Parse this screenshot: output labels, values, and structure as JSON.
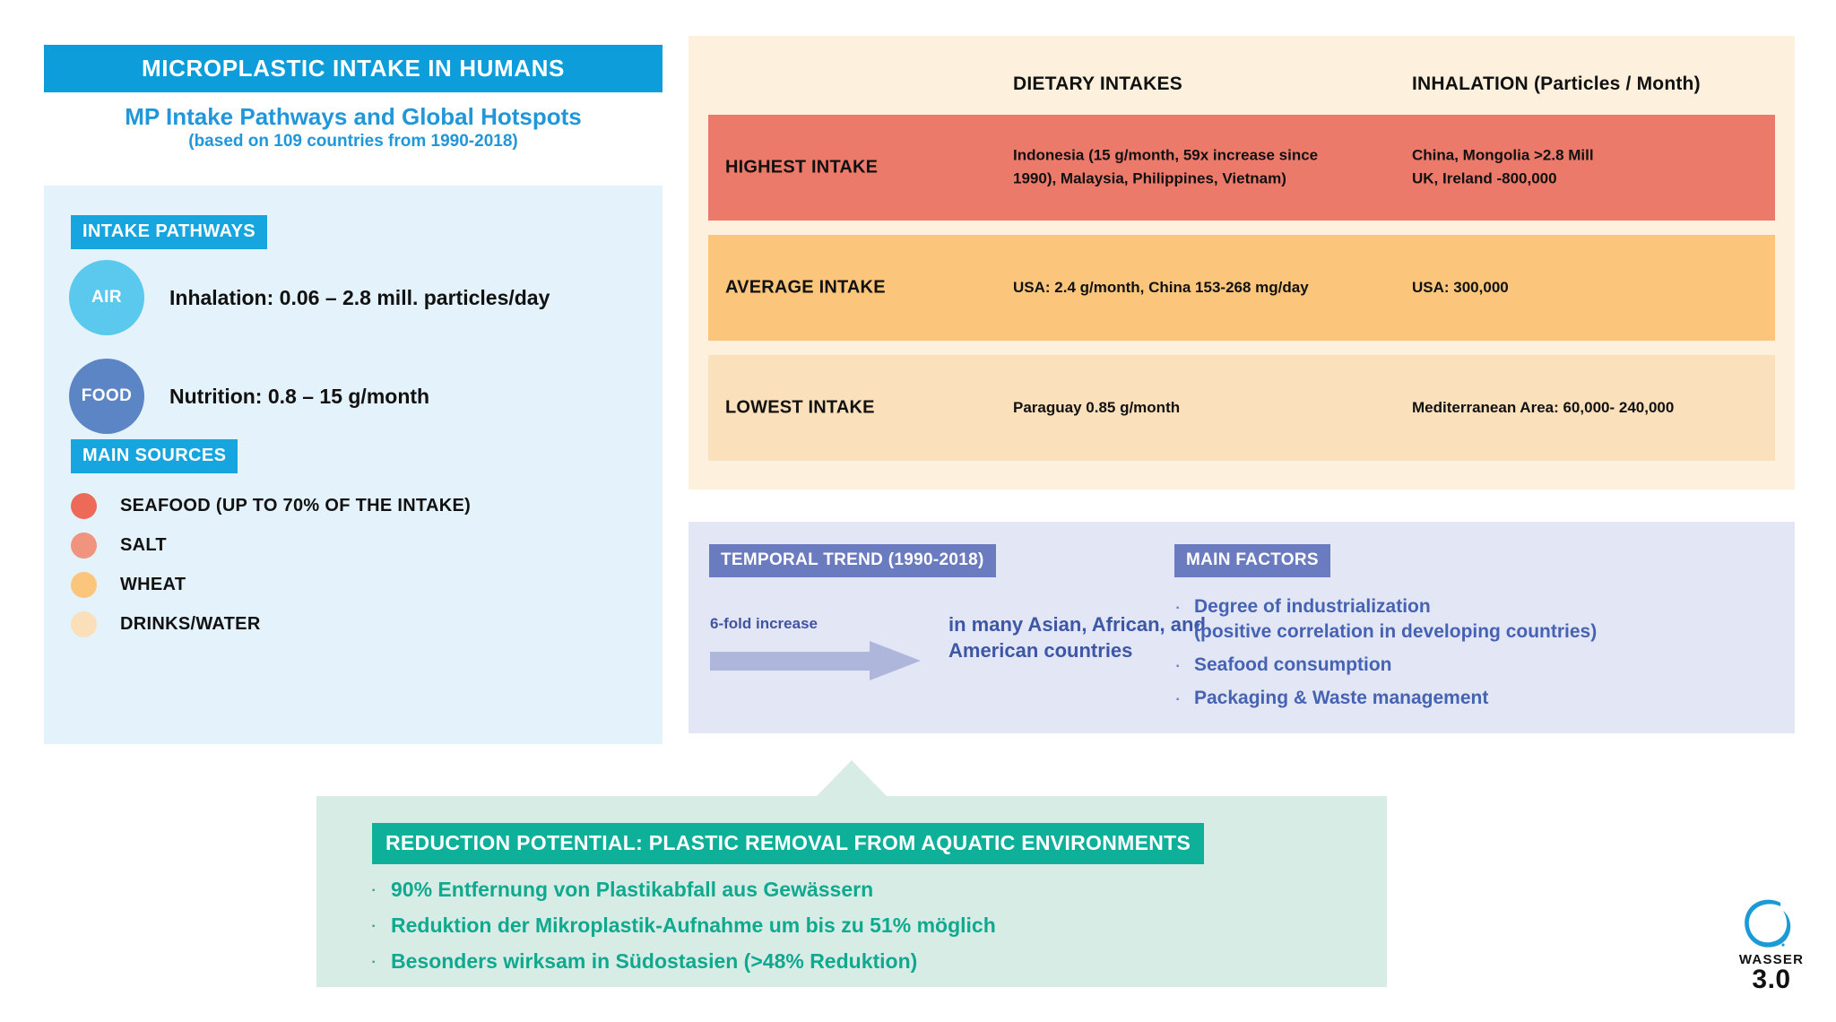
{
  "left_panel": {
    "main_title": "MICROPLASTIC INTAKE IN HUMANS",
    "subtitle_line1": "MP Intake Pathways and Global Hotspots",
    "subtitle_line2": "(based on 109 countries from 1990-2018)",
    "intake_pathways_tag": "INTAKE PATHWAYS",
    "pathways": [
      {
        "circle_label": "AIR",
        "circle_color": "#5BC8EE",
        "text": "Inhalation: 0.06 – 2.8 mill. particles/day"
      },
      {
        "circle_label": "FOOD",
        "circle_color": "#5B85C5",
        "text": "Nutrition: 0.8 – 15 g/month"
      }
    ],
    "main_sources_tag": "MAIN SOURCES",
    "sources": [
      {
        "label": "SEAFOOD  (UP TO 70% OF THE INTAKE)",
        "color": "#EC6A57"
      },
      {
        "label": "SALT",
        "color": "#F0937F"
      },
      {
        "label": "WHEAT",
        "color": "#FBC57C"
      },
      {
        "label": "DRINKS/WATER",
        "color": "#FBDFBB"
      }
    ]
  },
  "table_panel": {
    "columns": [
      "",
      "DIETARY INTAKES",
      "INHALATION (Particles / Month)"
    ],
    "rows": [
      {
        "label": "HIGHEST INTAKE",
        "dietary": "Indonesia (15 g/month, 59x increase since 1990), Malaysia, Philippines, Vietnam)",
        "inhalation": "China, Mongolia >2.8 Mill\nUK, Ireland -800,000",
        "color": "#EC7A6A"
      },
      {
        "label": "AVERAGE INTAKE",
        "dietary": "USA: 2.4 g/month, China 153-268 mg/day",
        "inhalation": "USA: 300,000",
        "color": "#FBC57C"
      },
      {
        "label": "LOWEST INTAKE",
        "dietary": "Paraguay 0.85 g/month",
        "inhalation": "Mediterranean Area: 60,000- 240,000",
        "color": "#FBE0BC"
      }
    ]
  },
  "trend_panel": {
    "temporal_tag": "TEMPORAL TREND (1990-2018)",
    "arrow_label": "6-fold increase",
    "trend_statement": "in many Asian, African, and American countries",
    "main_factors_tag": "MAIN FACTORS",
    "factors": [
      "Degree of industrialization (positive correlation in developing countries)",
      "Seafood consumption",
      "Packaging & Waste management"
    ],
    "bullet": "·"
  },
  "green_panel": {
    "title": "REDUCTION POTENTIAL: PLASTIC REMOVAL FROM AQUATIC ENVIRONMENTS",
    "items": [
      "90% Entfernung von Plastikabfall aus Gewässern",
      "Reduktion der Mikroplastik-Aufnahme um bis zu 51% möglich",
      "Besonders wirksam in Südostasien (>48% Reduktion)"
    ],
    "bullet": "·"
  },
  "logo": {
    "name": "WASSER",
    "version": "3.0",
    "ring_color": "#1C9AD6"
  },
  "colors": {
    "brand_blue": "#0D9DDB",
    "tag_blue": "#17A5E0",
    "subtitle_blue": "#2196D8",
    "left_body_bg": "#E4F2FB",
    "table_bg": "#FDF0DC",
    "trend_bg": "#E2E6F5",
    "purple_tag": "#6B7BBF",
    "arrow": "#AFB6DC",
    "green_bg": "#D8ECE6",
    "green_tag": "#0FB09A",
    "green_text": "#0FA98F"
  }
}
